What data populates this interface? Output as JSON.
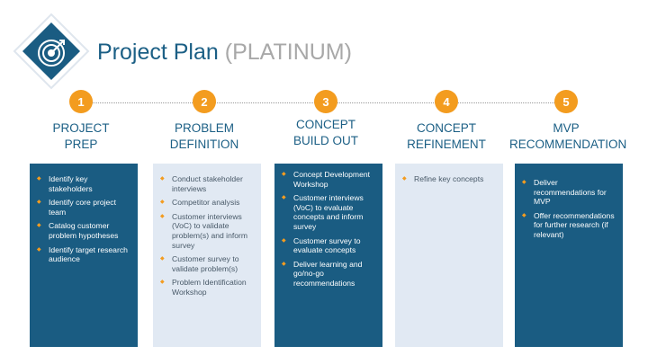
{
  "title": {
    "main": "Project Plan",
    "sub": "(PLATINUM)"
  },
  "colors": {
    "dark_box": "#1a5c82",
    "light_box": "#e1e9f3",
    "accent": "#f39c1f",
    "title": "#1b5f85"
  },
  "logo_icon": "target-icon",
  "phases": [
    {
      "number": "1",
      "line1": "PROJECT",
      "line2": "PREP",
      "style": "dark",
      "items": [
        "Identify key stakeholders",
        "Identify core project team",
        "Catalog customer problem hypotheses",
        "Identify target research audience"
      ]
    },
    {
      "number": "2",
      "line1": "PROBLEM",
      "line2": "DEFINITION",
      "style": "light",
      "items": [
        "Conduct stakeholder interviews",
        "Competitor analysis",
        "Customer interviews (VoC) to validate problem(s) and inform survey",
        "Customer survey to validate problem(s)",
        "Problem Identification Workshop"
      ]
    },
    {
      "number": "3",
      "line1": "CONCEPT",
      "line2": "BUILD OUT",
      "style": "dark",
      "items": [
        "Concept Development Workshop",
        "Customer interviews (VoC) to evaluate concepts and inform survey",
        "Customer survey to evaluate concepts",
        "Deliver learning and go/no-go recommendations"
      ]
    },
    {
      "number": "4",
      "line1": "CONCEPT",
      "line2": "REFINEMENT",
      "style": "light",
      "items": [
        "Refine key concepts"
      ]
    },
    {
      "number": "5",
      "line1": "MVP",
      "line2": "RECOMMENDATION",
      "style": "dark",
      "items": [
        "Deliver recommendations for MVP",
        "Offer recommendations for further research (if relevant)"
      ]
    }
  ]
}
